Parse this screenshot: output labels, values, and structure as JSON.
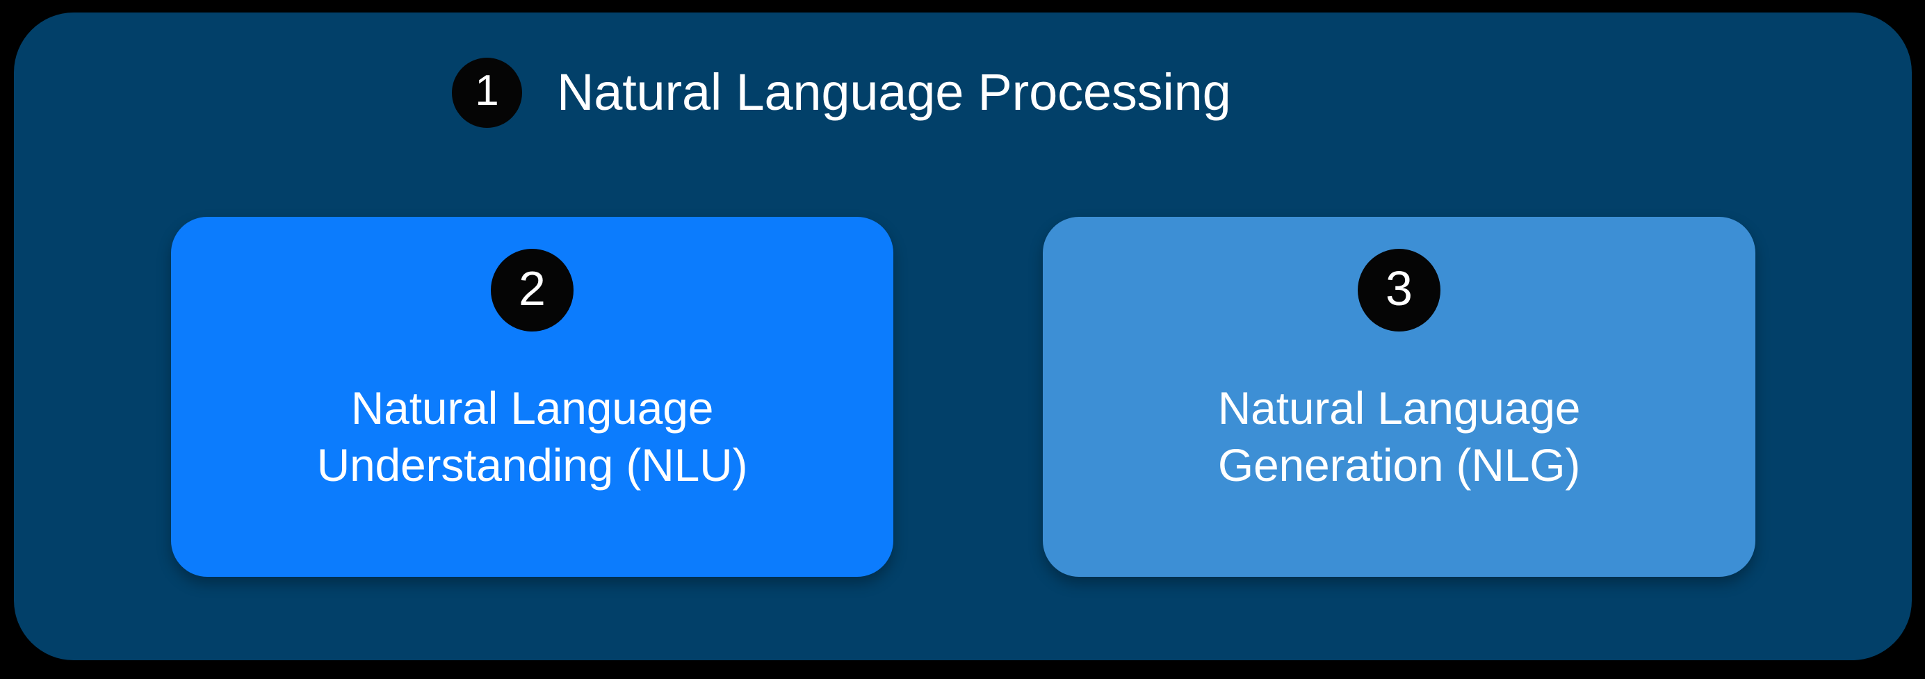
{
  "diagram": {
    "title_badge": "1",
    "title": "Natural Language Processing",
    "background_color": "#000000",
    "container_color": "#024069",
    "text_color": "#ffffff",
    "badge_color": "#050505",
    "cards": [
      {
        "badge": "2",
        "label": "Natural Language\nUnderstanding (NLU)",
        "line1": "Natural Language",
        "line2": "Understanding (NLU)",
        "abbreviation": "NLU",
        "color": "#0C7CFD"
      },
      {
        "badge": "3",
        "label": "Natural Language\nGeneration (NLG)",
        "line1": "Natural Language",
        "line2": "Generation (NLG)",
        "abbreviation": "NLG",
        "color": "#3D8FD5"
      }
    ]
  }
}
